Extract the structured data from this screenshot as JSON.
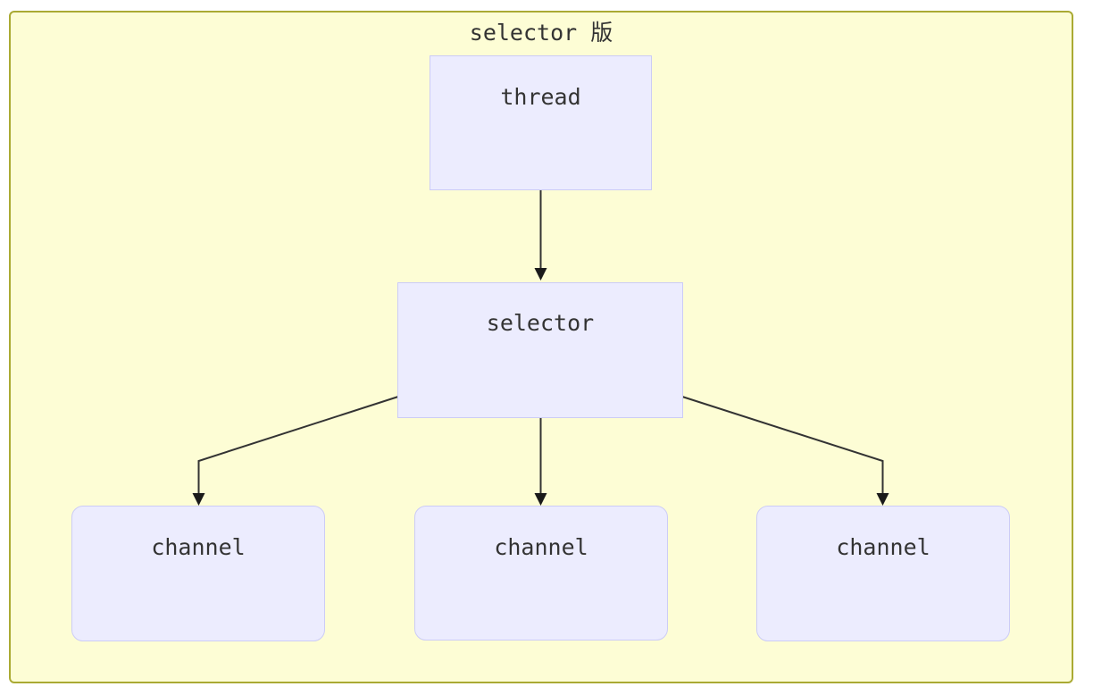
{
  "diagram": {
    "type": "flowchart",
    "direction": "top-down",
    "cluster": {
      "title": "selector 版",
      "fill_color": "#fdfdd5",
      "border_color": "#aaaa33"
    },
    "node_style": {
      "fill_color": "#ececfe",
      "border_color": "#ccccf6",
      "text_color": "#333333"
    },
    "edge_style": {
      "stroke_color": "#333333",
      "arrowhead": "filled-triangle"
    },
    "nodes": [
      {
        "id": "thread",
        "label": "thread",
        "shape": "rectangle"
      },
      {
        "id": "selector",
        "label": "selector",
        "shape": "rectangle"
      },
      {
        "id": "channel-0",
        "label": "channel",
        "shape": "rounded-rectangle"
      },
      {
        "id": "channel-1",
        "label": "channel",
        "shape": "rounded-rectangle"
      },
      {
        "id": "channel-2",
        "label": "channel",
        "shape": "rounded-rectangle"
      }
    ],
    "edges": [
      {
        "from": "thread",
        "to": "selector"
      },
      {
        "from": "selector",
        "to": "channel-0"
      },
      {
        "from": "selector",
        "to": "channel-1"
      },
      {
        "from": "selector",
        "to": "channel-2"
      }
    ]
  }
}
